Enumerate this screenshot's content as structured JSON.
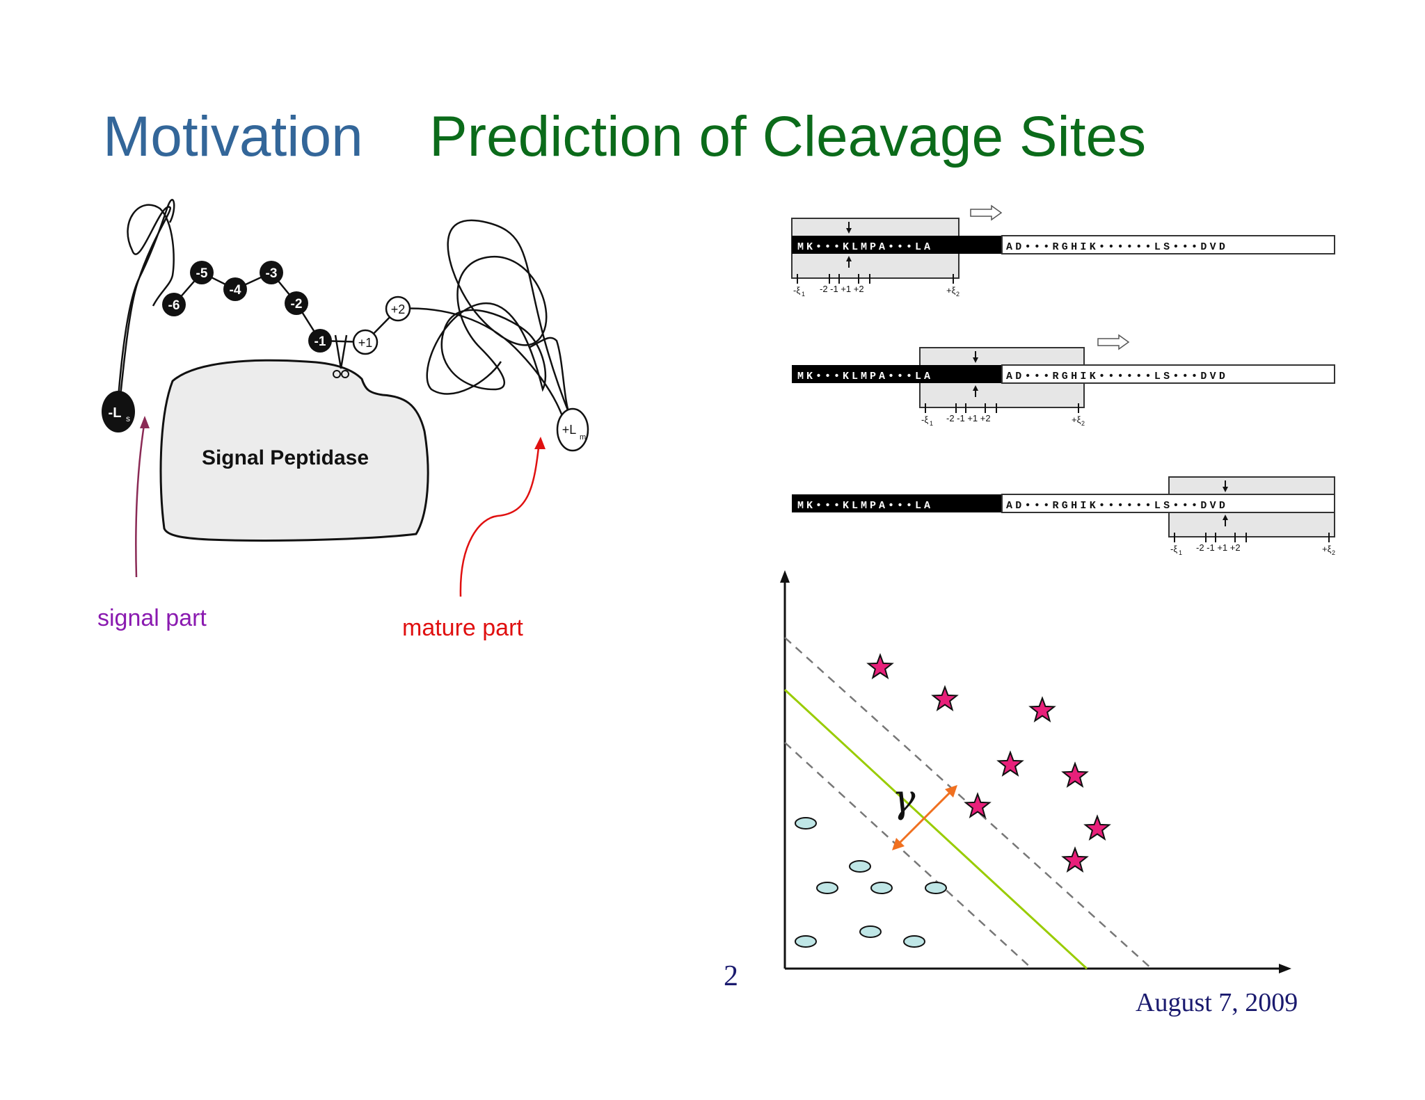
{
  "slide": {
    "title_left": "Motivation",
    "title_right": "Prediction of Cleavage Sites",
    "page_number": "2",
    "date": "August 7, 2009"
  },
  "figure_peptidase": {
    "enzyme_label": "Signal Peptidase",
    "signal_beads": [
      "-6",
      "-5",
      "-4",
      "-3",
      "-2",
      "-1"
    ],
    "mature_beads": [
      "+1",
      "+2"
    ],
    "end_signal": "-L",
    "end_signal_sub": "s",
    "end_mature": "+L",
    "end_mature_sub": "m",
    "label_signal_part": "signal part",
    "label_mature_part": "mature part"
  },
  "figure_windows": {
    "signal_sequence": "MK•••KLMPA•••LA",
    "mature_sequence": "AD•••RGHIK••••••LS•••DVD",
    "tick_left": "-ξ",
    "tick_left_sub": "1",
    "tick_center": "-2  -1 +1 +2",
    "tick_right": "+ξ",
    "tick_right_sub": "2"
  },
  "figure_svm": {
    "margin_symbol": "γ",
    "positive_class_marker": "star-icon",
    "negative_class_marker": "ellipse-icon",
    "colors": {
      "star": "#e8207a",
      "ellipse": "#bfe6e6",
      "hyperplane": "#99cc00",
      "margin_arrow": "#f07020"
    }
  }
}
